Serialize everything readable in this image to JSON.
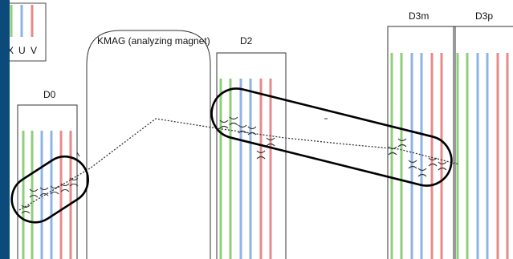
{
  "legend": {
    "x": "X",
    "u": "U",
    "v": "V"
  },
  "stations": {
    "d0": "D0",
    "kmag": "KMAG (analyzing magnet)",
    "d2": "D2",
    "d3m": "D3m",
    "d3p": "D3p"
  },
  "colors": {
    "x_plane": "#8fcf7a",
    "u_plane": "#8eb4e6",
    "v_plane": "#e98a8a",
    "frame": "#222222",
    "background": "#ffffff",
    "border": "#0b4a7a"
  }
}
